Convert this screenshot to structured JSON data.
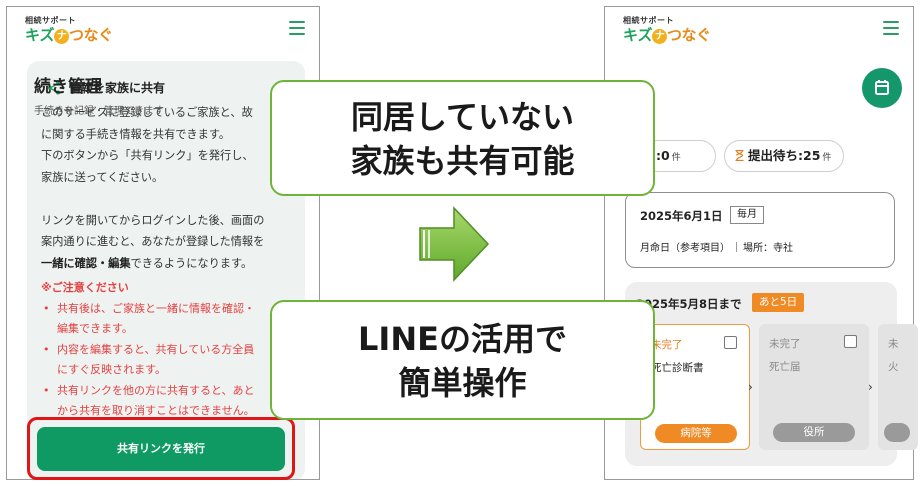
{
  "brand": {
    "sub": "相続サポート",
    "name_parts": [
      "キズ",
      "ナ",
      "つなぐ"
    ]
  },
  "left": {
    "share_title": "情報を家族に共有",
    "intro_lines": [
      "このサービスに登録しているご家族と、故",
      "に関する手続き情報を共有できます。",
      "下のボタンから「共有リンク」を発行し、",
      "家族に送ってください。"
    ],
    "link_lines": [
      "リンクを開いてからログインした後、画面の",
      "案内通りに進むと、あなたが登録した情報を"
    ],
    "link_line_last_bold": "一緒に確認・編集",
    "link_line_last_rest": "できるようになります。",
    "caution_title": "※ご注意ください",
    "caution_items": [
      [
        "共有後は、ご家族と一緒に情報を確認・",
        "編集できます。"
      ],
      [
        "内容を編集すると、共有している方全員",
        "にすぐ反映されます。"
      ],
      [
        "共有リンクを他の方に共有すると、あと",
        "から共有を取り消すことはできません。"
      ]
    ],
    "issue_button": "共有リンクを発行"
  },
  "right": {
    "title": "続き管理",
    "subtitle": "手続きを記録・管理できます",
    "done_label": "完了:0",
    "done_unit": "件",
    "wait_label": "提出待ち:25",
    "wait_unit": "件",
    "date_card": {
      "date": "2025年6月1日",
      "badge": "毎月",
      "memo": "月命日（参考項目）",
      "place": "場所：寺社"
    },
    "due_label": "2025年5月8日まで",
    "due_badge": "あと5日",
    "tasks": [
      {
        "status": "未完了",
        "name": "死亡診断書",
        "tag": "病院等"
      },
      {
        "status": "未完了",
        "name": "死亡届",
        "tag": "役所"
      },
      {
        "status": "未",
        "name": "火",
        "tag": ""
      }
    ]
  },
  "callouts": {
    "top": [
      "同居していない",
      "家族も共有可能"
    ],
    "bottom": [
      "LINEの活用で",
      "簡単操作"
    ]
  },
  "colors": {
    "brand_green": "#20a35d",
    "primary_button": "#0f9a63",
    "highlight_red": "#e11515",
    "caution_red": "#e44141",
    "accent_orange": "#f08a24",
    "callout_border": "#6fb43a",
    "arrow_green": "#7ac143"
  },
  "icons": {
    "share": "share-icon",
    "menu": "hamburger-menu-icon",
    "calendar": "calendar-icon",
    "hourglass": "hourglass-icon",
    "arrow": "right-arrow-icon"
  }
}
